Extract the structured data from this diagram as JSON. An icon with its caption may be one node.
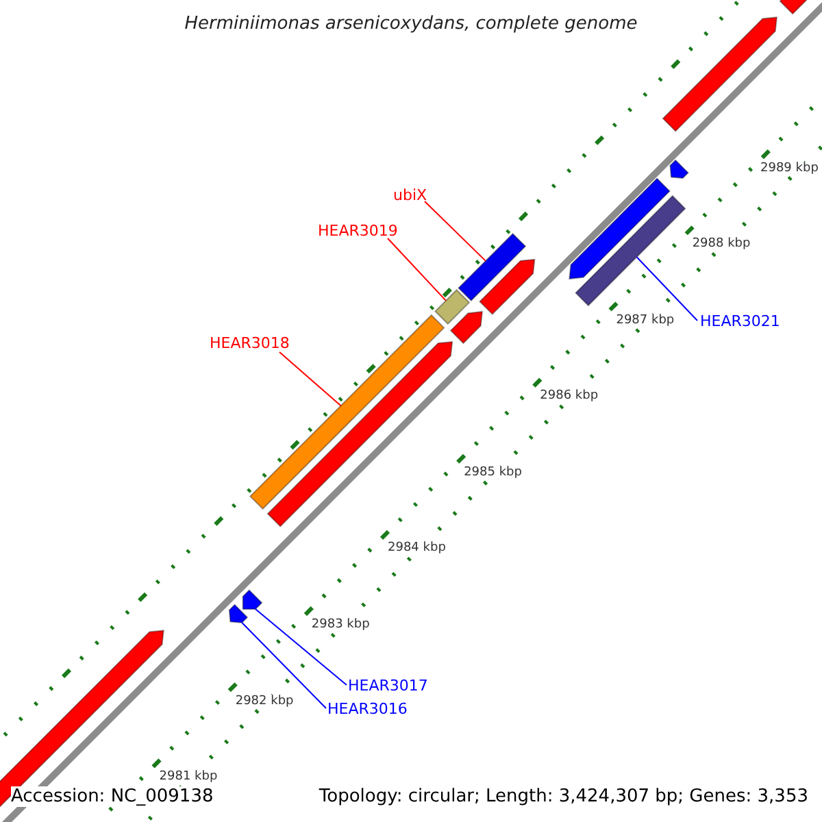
{
  "diagram": {
    "title": "Herminiimonas arsenicoxydans, complete genome",
    "nodes": [
      {
        "text": [
          "ubiX"
        ]
      },
      {
        "text": [
          "HEAR3019"
        ]
      },
      {
        "text": [
          "HEAR3018"
        ]
      },
      {
        "text": [
          "HEAR3021"
        ]
      },
      {
        "text": [
          "HEAR3017"
        ]
      },
      {
        "text": [
          "HEAR3016"
        ]
      },
      {
        "text": [],
        "shape": "bar"
      },
      {
        "text": [],
        "shape": "bar"
      },
      {
        "text": [],
        "shape": "bar"
      },
      {
        "text": [],
        "shape": "bar"
      },
      {
        "text": [],
        "shape": "bar"
      },
      {
        "text": [],
        "shape": "bar"
      },
      {
        "text": [],
        "shape": "bar"
      },
      {
        "text": [],
        "shape": "bar"
      },
      {
        "text": [],
        "shape": "bar"
      },
      {
        "text": [],
        "shape": "bar"
      },
      {
        "text": [],
        "shape": "bar"
      },
      {
        "text": [],
        "shape": "bar"
      },
      {
        "text": [],
        "shape": "bar"
      },
      {
        "text": [],
        "shape": "bar"
      }
    ],
    "edges": [
      {
        "from": 0,
        "to": 6,
        "arrow": "none",
        "color": "#ff0000"
      },
      {
        "from": 1,
        "to": 7,
        "arrow": "none",
        "color": "#ff0000"
      },
      {
        "from": 2,
        "to": 8,
        "arrow": "none",
        "color": "#ff0000"
      },
      {
        "from": 3,
        "to": 9,
        "arrow": "none",
        "color": "#0000ff"
      },
      {
        "from": 4,
        "to": 10,
        "arrow": "none",
        "color": "#0000ff"
      },
      {
        "from": 5,
        "to": 11,
        "arrow": "none",
        "color": "#0000ff"
      }
    ],
    "labels": [
      "2989 kbp",
      "2988 kbp",
      "2987 kbp",
      "2986 kbp",
      "2985 kbp",
      "2984 kbp",
      "2983 kbp",
      "2982 kbp",
      "2981 kbp",
      "Accession: NC_009138",
      "Topology: circular; Length: 3,424,307 bp; Genes: 3,353"
    ]
  }
}
